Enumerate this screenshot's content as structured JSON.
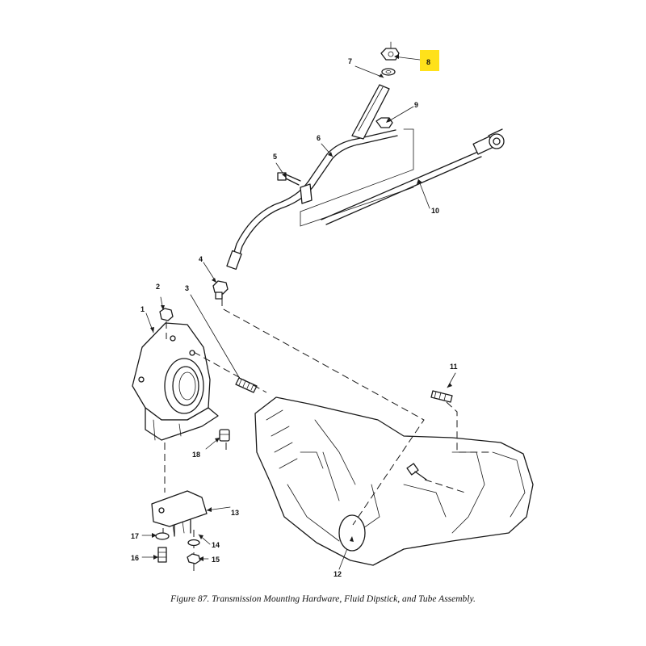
{
  "figure": {
    "caption": "Figure 87.  Transmission Mounting Hardware, Fluid Dipstick, and Tube Assembly."
  },
  "callouts": {
    "c1": "1",
    "c2": "2",
    "c3": "3",
    "c4": "4",
    "c5": "5",
    "c6": "6",
    "c7": "7",
    "c8": "8",
    "c9": "9",
    "c10": "10",
    "c11": "11",
    "c12": "12",
    "c13": "13",
    "c14": "14",
    "c15": "15",
    "c16": "16",
    "c17": "17",
    "c18": "18"
  },
  "highlighted_callout": "8",
  "colors": {
    "highlight": "#ffe11a",
    "ink": "#1a1a1a"
  }
}
